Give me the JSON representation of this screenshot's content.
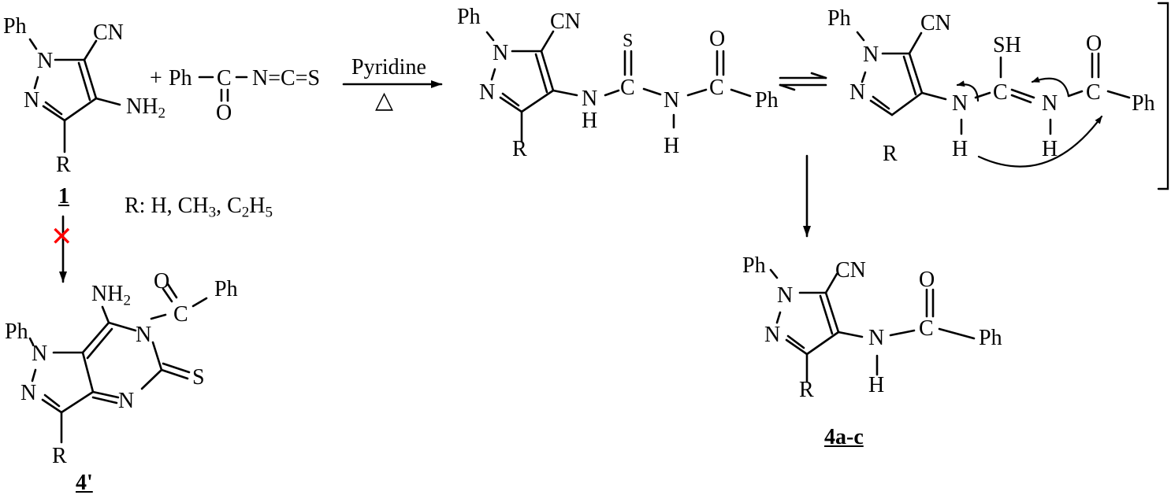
{
  "scheme": {
    "reagent": {
      "plus": "+",
      "ph": "Ph",
      "c": "C",
      "o": "O",
      "ncs": "N=C=S"
    },
    "conditions": {
      "solvent": "Pyridine",
      "heat_symbol": "△"
    },
    "r_groups": {
      "prefix": "R: H, CH",
      "sub1": "3",
      "mid": ", C",
      "sub2": "2",
      "mid2": "H",
      "sub3": "5"
    },
    "compounds": {
      "c1": {
        "label": "1"
      },
      "c4prime": {
        "label": "4'"
      },
      "c4": {
        "label": "4a-c"
      }
    },
    "atoms": {
      "ph": "Ph",
      "cn": "CN",
      "n": "N",
      "nh2_base": "NH",
      "nh2_sub": "2",
      "r": "R",
      "h": "H",
      "s": "S",
      "sh": "SH",
      "o": "O",
      "c": "C"
    },
    "blocked_mark": "✕",
    "colors": {
      "ink": "#000000",
      "blocked": "#ff0000",
      "background": "#ffffff"
    }
  }
}
